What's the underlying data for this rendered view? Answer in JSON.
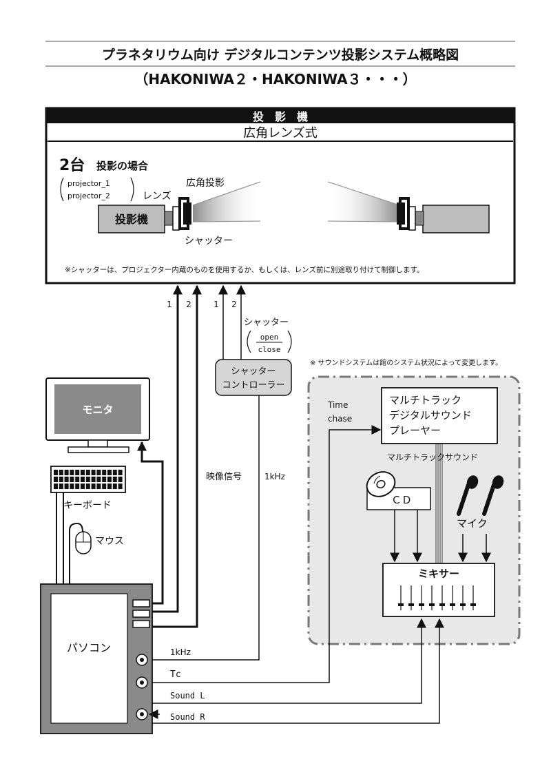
{
  "header": {
    "title": "プラネタリウム向け デジタルコンテンツ投影システム概略図",
    "subtitle": "（HAKONIWA２・HAKONIWA３・・・）"
  },
  "projector_box": {
    "title": "投　影　機",
    "lens_type": "広角レンズ式",
    "case_number": "2台",
    "case_label": "投影の場合",
    "projector_names": [
      "projector_1",
      "projector_2"
    ],
    "lens_label": "レンズ",
    "wide_label": "広角投影",
    "unit_label": "投影機",
    "shutter_label": "シャッター",
    "note": "※シャッターは、プロジェクター内蔵のものを使用するか、もしくは、レンズ前に別途取り付けて制御します。"
  },
  "links": {
    "num_1": "1",
    "num_2": "2",
    "num_1b": "1",
    "num_2b": "2",
    "shutter_signal": "シャッター",
    "open": "open",
    "close": "close",
    "video_signal": "映像信号",
    "khz_right": "1kHz",
    "time": "Time",
    "chase": "chase",
    "multitrack_sound": "マルチトラックサウンド",
    "khz_bottom": "1kHz",
    "tc": "Tc",
    "sound_l": "Sound L",
    "sound_r": "Sound R"
  },
  "shutter_controller": {
    "line1": "シャッター",
    "line2": "コントローラー"
  },
  "pc": {
    "monitor_label": "モニタ",
    "keyboard_label": "キーボード",
    "mouse_label": "マウス",
    "pc_label": "パソコン"
  },
  "sound_system": {
    "note": "※ サウンドシステムは館のシステム状況によって変更します。",
    "player_line1": "マルチトラック",
    "player_line2": "デジタルサウンド",
    "player_line3": "プレーヤー",
    "cd_label": "ＣＤ",
    "mic_label": "マイク",
    "mixer_label": "ミキサー"
  }
}
